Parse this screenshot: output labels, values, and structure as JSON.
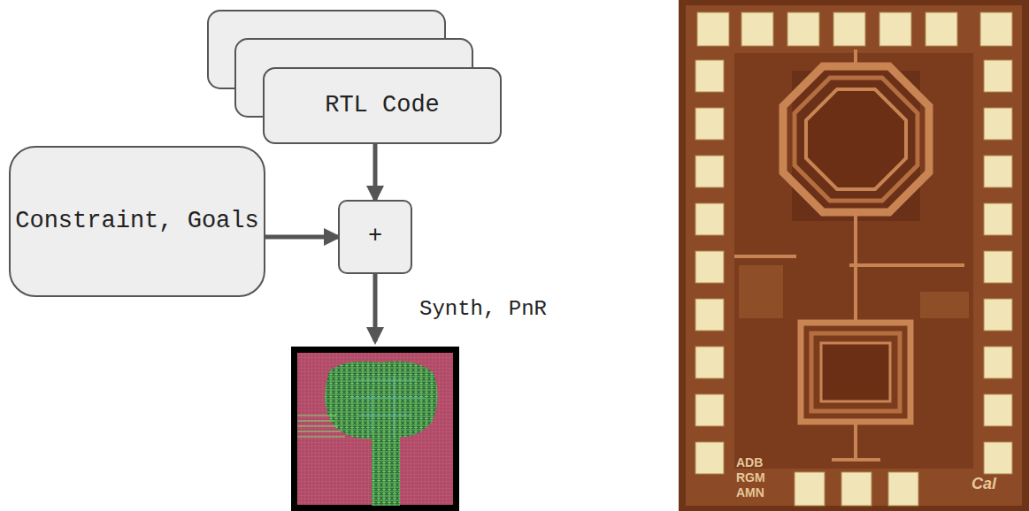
{
  "diagram": {
    "nodes": [
      {
        "text": [
          "RTL Code"
        ]
      },
      {
        "text": [
          "Constraint, Goals"
        ]
      },
      {
        "text": [
          "+"
        ]
      }
    ],
    "edges": [
      {
        "from": 0,
        "to": 2,
        "arrow": "to"
      },
      {
        "from": 1,
        "to": 2,
        "arrow": "to"
      }
    ],
    "labels": [
      "Synth, PnR",
      "ADB",
      "RGM",
      "AMN",
      "Cal"
    ]
  }
}
